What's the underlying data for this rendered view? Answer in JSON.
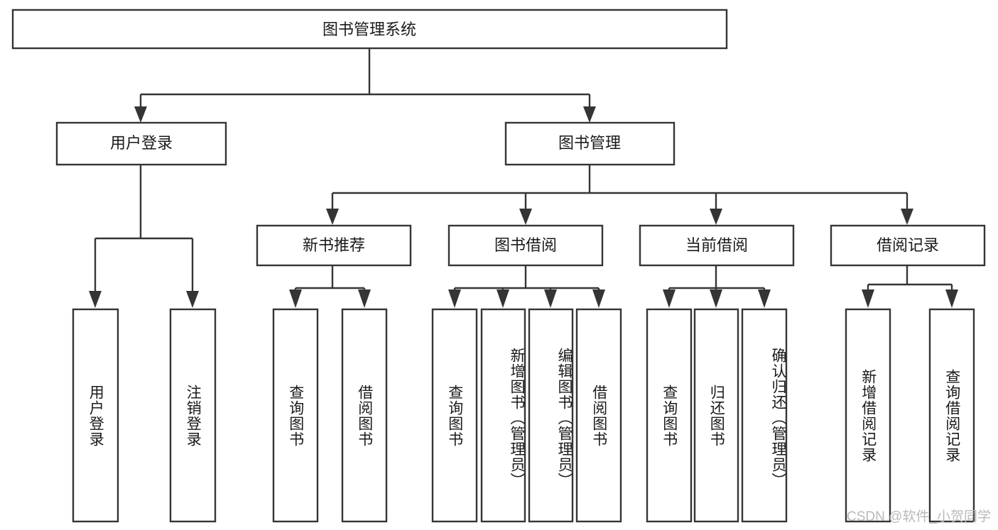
{
  "diagram": {
    "title": "图书管理系统",
    "type": "tree-hierarchy",
    "root": {
      "label": "图书管理系统"
    },
    "level1": [
      {
        "label": "用户登录"
      },
      {
        "label": "图书管理"
      }
    ],
    "level2": [
      {
        "label": "新书推荐",
        "parent": "图书管理"
      },
      {
        "label": "图书借阅",
        "parent": "图书管理"
      },
      {
        "label": "当前借阅",
        "parent": "图书管理"
      },
      {
        "label": "借阅记录",
        "parent": "图书管理"
      }
    ],
    "leaves": {
      "user_login": [
        {
          "label": "用户登录"
        },
        {
          "label": "注销登录"
        }
      ],
      "new_book_recommend": [
        {
          "label": "查询图书"
        },
        {
          "label": "借阅图书"
        }
      ],
      "book_borrow": [
        {
          "label": "查询图书"
        },
        {
          "label": "新增图书（管理员）"
        },
        {
          "label": "编辑图书（管理员）"
        },
        {
          "label": "借阅图书"
        }
      ],
      "current_borrow": [
        {
          "label": "查询图书"
        },
        {
          "label": "归还图书"
        },
        {
          "label": "确认归还（管理员）"
        }
      ],
      "borrow_record": [
        {
          "label": "新增借阅记录"
        },
        {
          "label": "查询借阅记录"
        }
      ]
    }
  },
  "watermark": {
    "text": "CSDN @软件_小贺同学"
  },
  "colors": {
    "stroke": "#353535",
    "fill": "#ffffff",
    "text": "#1a1a1a",
    "watermark": "#b9b9b9"
  }
}
